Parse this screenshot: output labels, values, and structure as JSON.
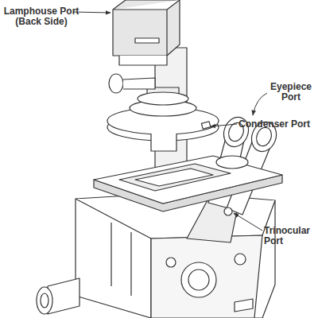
{
  "diagram": {
    "labels": [
      "Lamphouse Port (Back Side)",
      "Condenser Port",
      "Eyepiece Port",
      "Trinocular Port"
    ]
  }
}
